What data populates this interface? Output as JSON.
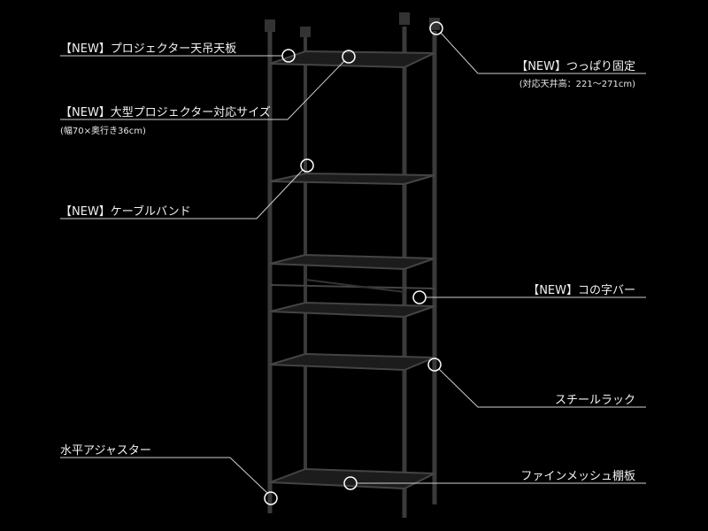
{
  "callouts": {
    "ceiling_board": {
      "label": "【NEW】プロジェクター天吊天板"
    },
    "large_size": {
      "label": "【NEW】大型プロジェクター対応サイズ",
      "note": "(幅70×奥行き36cm)"
    },
    "cable_band": {
      "label": "【NEW】ケーブルバンド"
    },
    "tension_fix": {
      "label": "【NEW】つっぱり固定",
      "note": "(対応天井高：221～271cm)"
    },
    "u_bar": {
      "label": "【NEW】コの字バー"
    },
    "steel_rack": {
      "label": "スチールラック"
    },
    "adjuster": {
      "label": "水平アジャスター"
    },
    "mesh_shelf": {
      "label": "ファインメッシュ棚板"
    }
  },
  "colors": {
    "background": "#000000",
    "line": "#cccccc",
    "rack": "#2a2a2a"
  }
}
